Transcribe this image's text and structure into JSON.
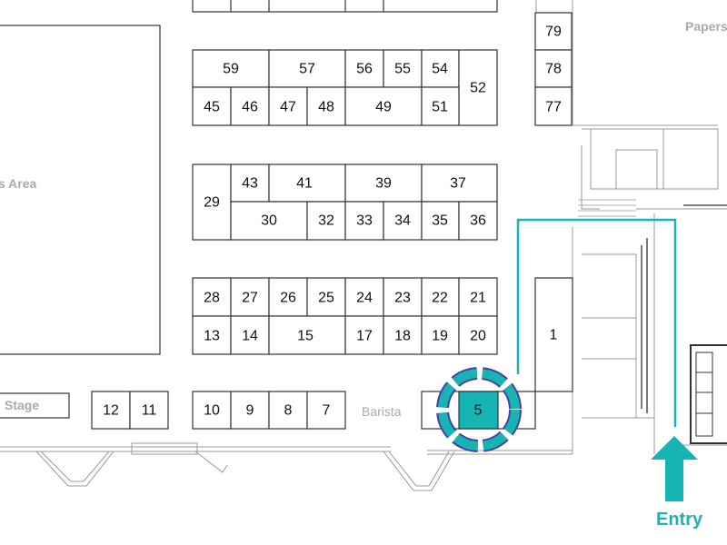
{
  "colors": {
    "accent": "#17b4b4",
    "accent_dark": "#4a3fa0",
    "booth_stroke": "#333333",
    "wall": "#999999",
    "area_label": "#aaaaaa"
  },
  "areas": {
    "stands": "s Area",
    "stage": "Stage",
    "barista": "Barista",
    "papers": "Papers"
  },
  "entry_label": "Entry",
  "highlighted_booth": "5",
  "booths": {
    "b79": "79",
    "b78": "78",
    "b77": "77",
    "b59": "59",
    "b57": "57",
    "b56": "56",
    "b55": "55",
    "b54": "54",
    "b52": "52",
    "b45": "45",
    "b46": "46",
    "b47": "47",
    "b48": "48",
    "b49": "49",
    "b51": "51",
    "b29": "29",
    "b43": "43",
    "b41": "41",
    "b39": "39",
    "b37": "37",
    "b30": "30",
    "b32": "32",
    "b33": "33",
    "b34": "34",
    "b35": "35",
    "b36": "36",
    "b28": "28",
    "b27": "27",
    "b26": "26",
    "b25": "25",
    "b24": "24",
    "b23": "23",
    "b22": "22",
    "b21": "21",
    "b13": "13",
    "b14": "14",
    "b15": "15",
    "b17": "17",
    "b18": "18",
    "b19": "19",
    "b20": "20",
    "b1": "1",
    "b12": "12",
    "b11": "11",
    "b10": "10",
    "b9": "9",
    "b8": "8",
    "b7": "7",
    "b5": "5"
  }
}
